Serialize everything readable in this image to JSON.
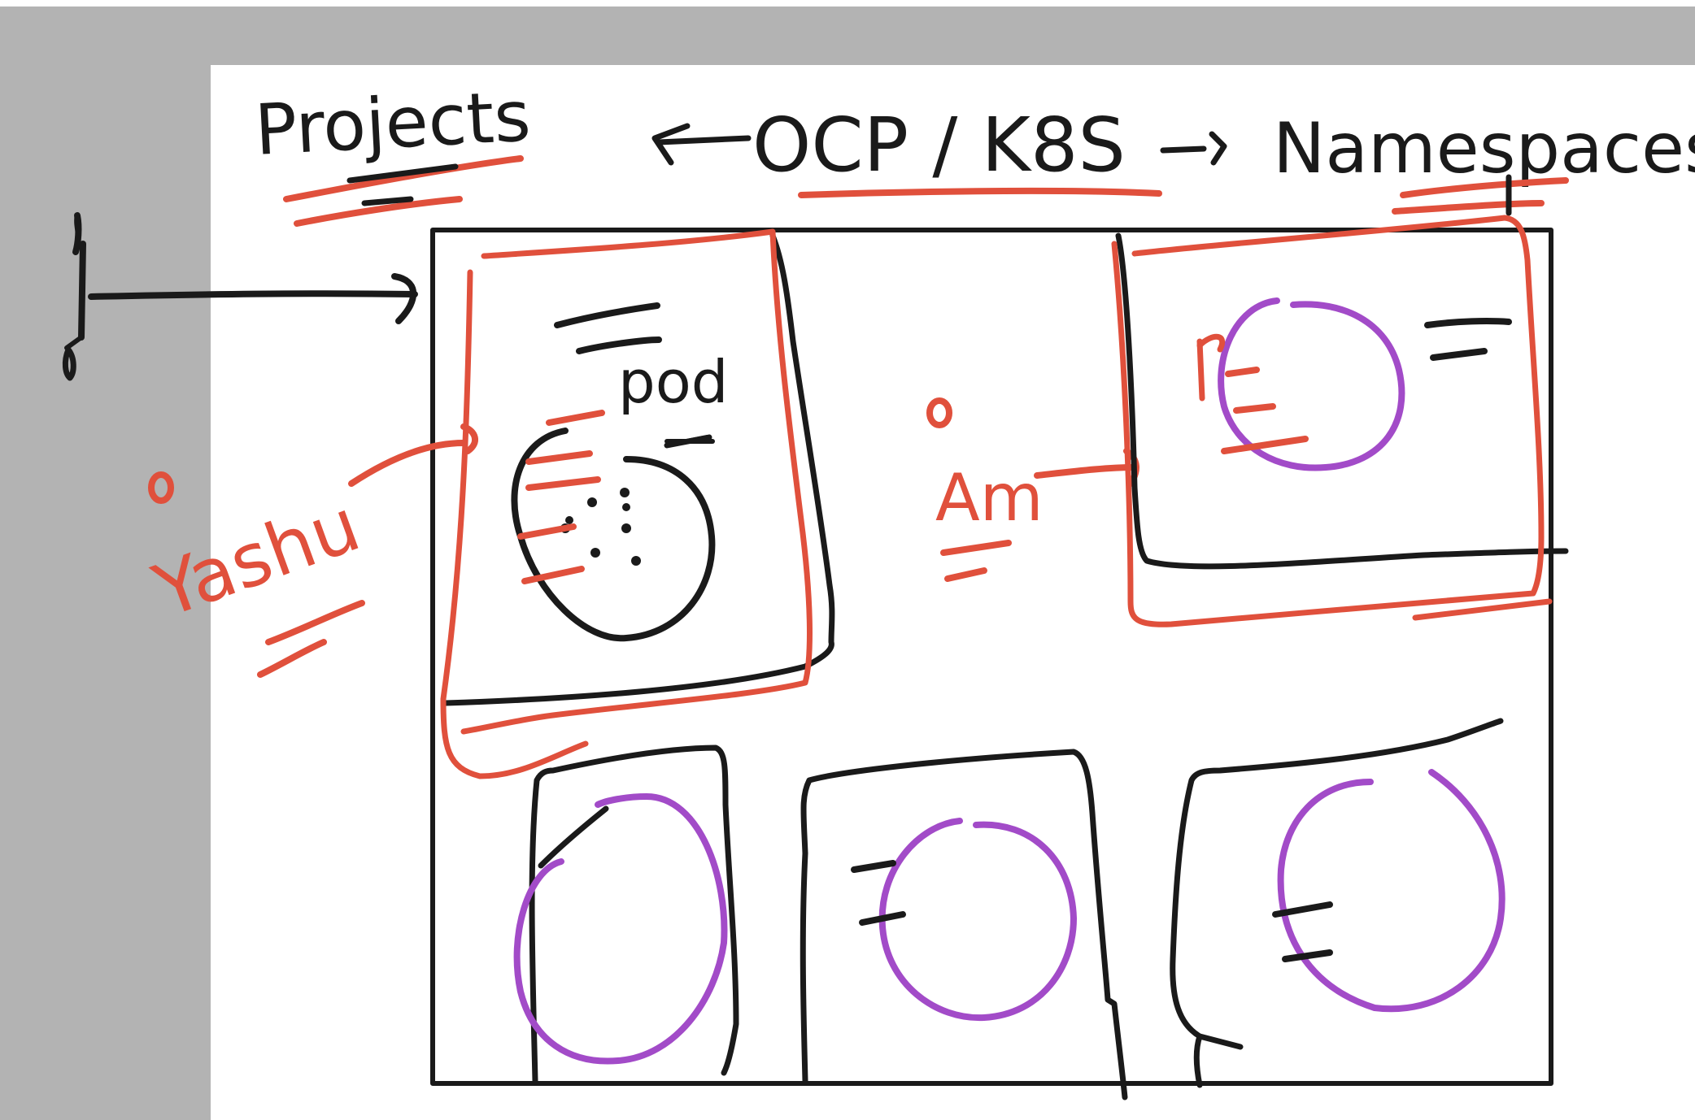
{
  "header": {
    "projects": "Projects",
    "platform": "OCP / K8S",
    "namespaces": "Namespaces"
  },
  "labels": {
    "pod": "pod",
    "user_1": "Yashu",
    "user_2": "Am"
  },
  "colors": {
    "ink_black": "#1a1a1a",
    "ink_red": "#e0503c",
    "ink_purple": "#a24bc8",
    "canvas": "#ffffff",
    "margin_gray": "#b3b3b3"
  }
}
